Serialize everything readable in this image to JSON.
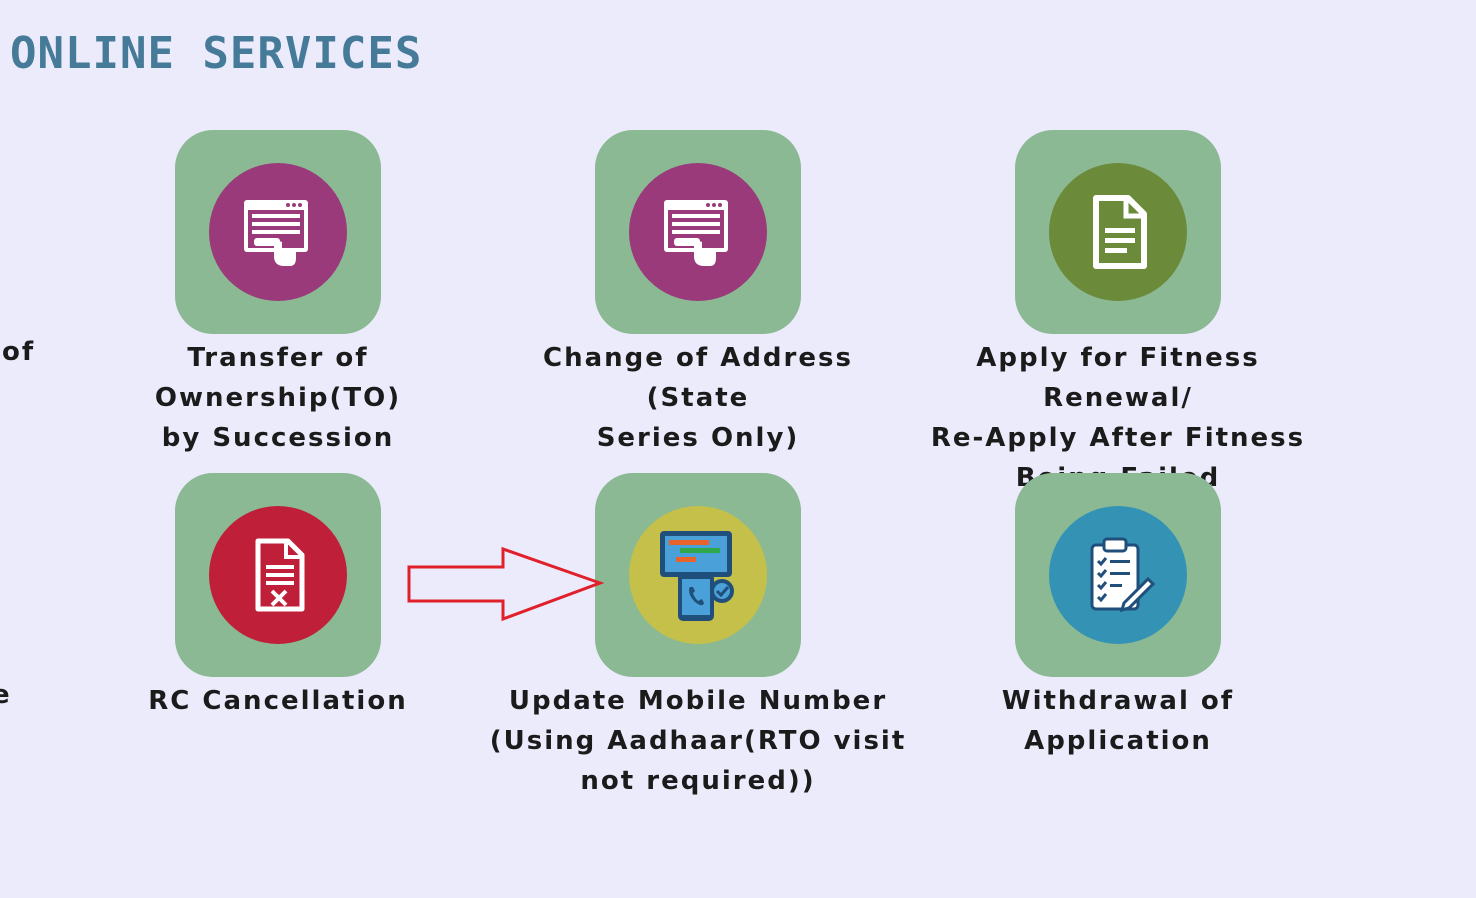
{
  "section": {
    "title": "ONLINE SERVICES"
  },
  "left_clipped": {
    "row1": "of",
    "row2": "e"
  },
  "services": [
    {
      "label": "Transfer of Ownership(TO)\nby Succession",
      "icon": "web-form-icon",
      "circle_color": "#9b3a7a"
    },
    {
      "label": "Change of Address (State\nSeries Only)",
      "icon": "web-form-icon",
      "circle_color": "#9b3a7a"
    },
    {
      "label": "Apply for Fitness Renewal/\nRe-Apply After Fitness\nBeing Failed",
      "icon": "document-icon",
      "circle_color": "#6b8b3a"
    },
    {
      "label": "RC Cancellation",
      "icon": "cancel-document-icon",
      "circle_color": "#c01f3a"
    },
    {
      "label": "Update Mobile Number\n(Using Aadhaar(RTO visit\nnot required))",
      "icon": "mobile-update-icon",
      "circle_color": "#c5c04a"
    },
    {
      "label": "Withdrawal of Application",
      "icon": "clipboard-icon",
      "circle_color": "#3493b5"
    }
  ],
  "colors": {
    "background": "#ecebfc",
    "tile": "#8bb993",
    "title": "#457a98",
    "arrow": "#e0202a"
  }
}
